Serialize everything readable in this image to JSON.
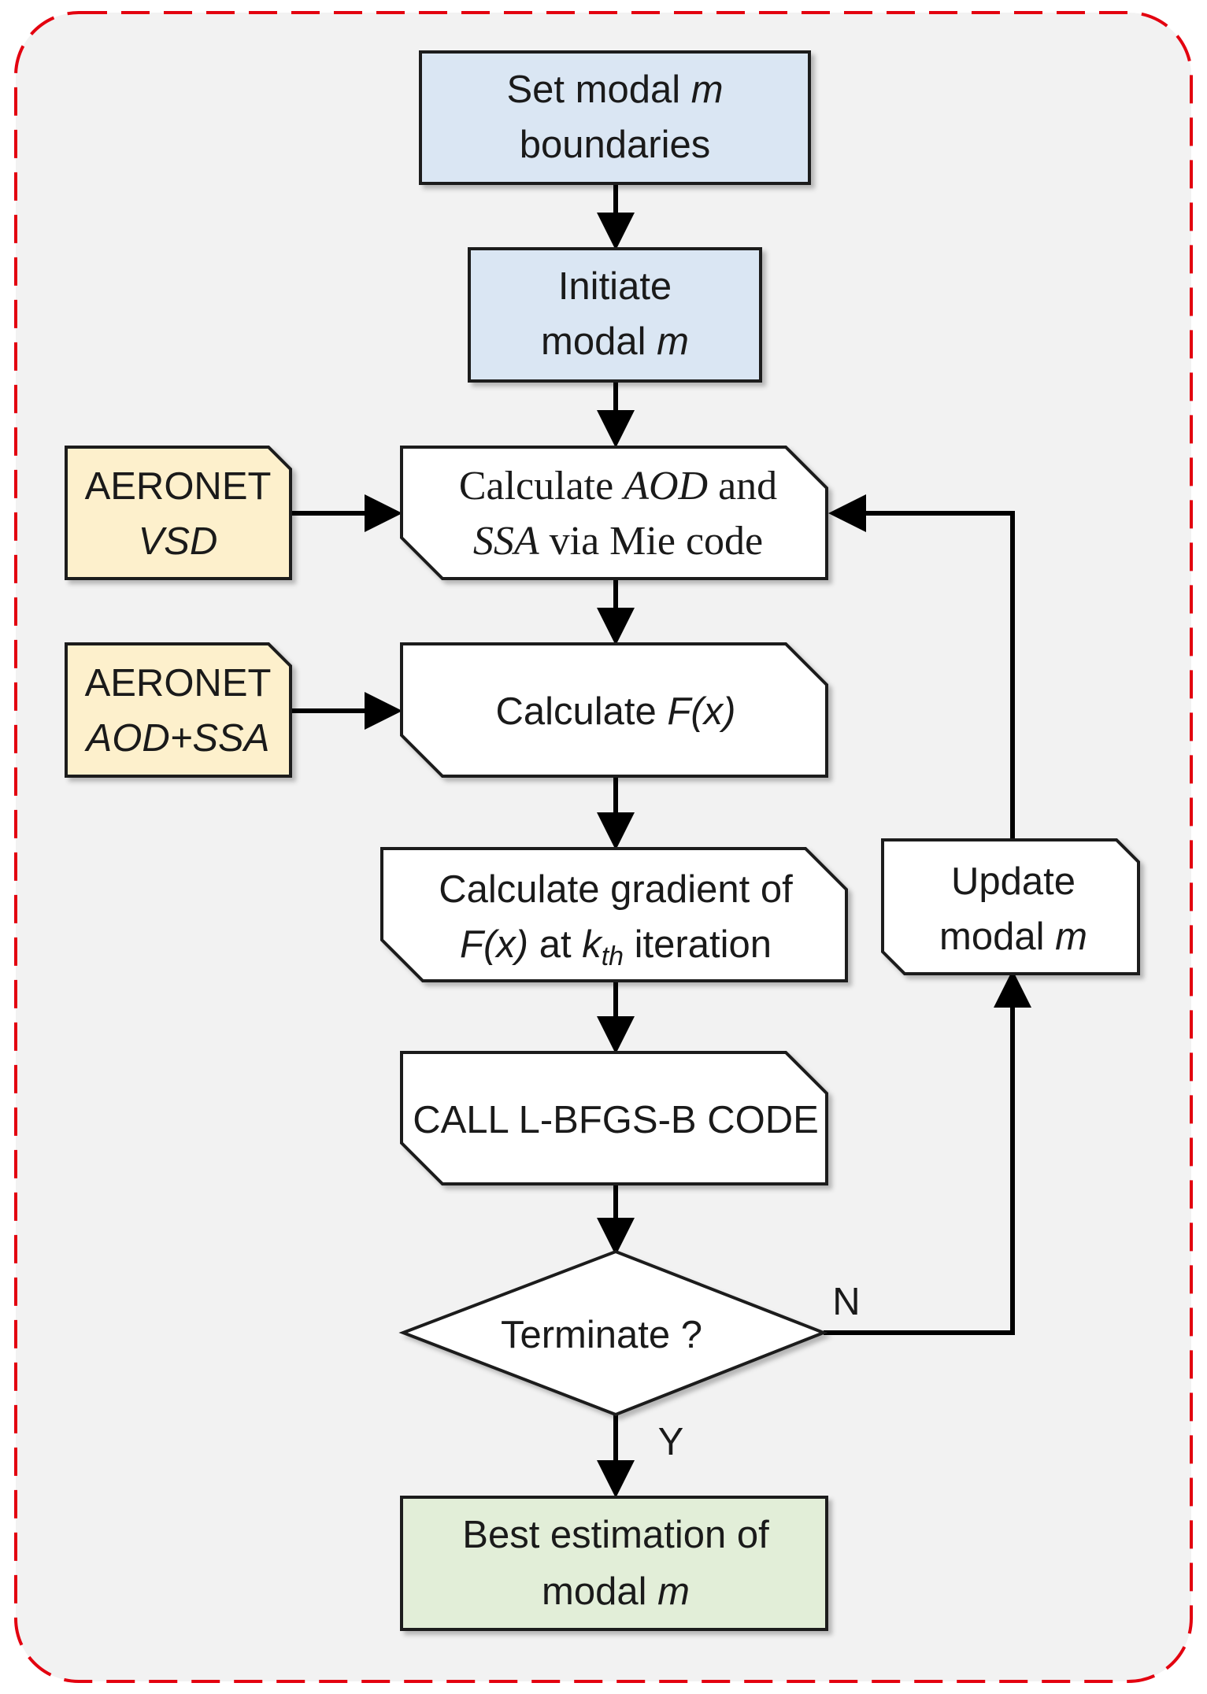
{
  "colors": {
    "frame_border": "#e3000f",
    "frame_fill": "#f2f2f2",
    "process_blue": "#dae6f3",
    "input_yellow": "#fdf0cc",
    "output_green": "#e2eed8",
    "plain_fill": "#ffffff",
    "line": "#000000"
  },
  "nodes": {
    "set_modal": {
      "text_1": "Set modal ",
      "var_1": "m",
      "text_2": "boundaries"
    },
    "initiate": {
      "text_1": "Initiate",
      "text_2": "modal ",
      "var_2": "m"
    },
    "aeronet_vsd": {
      "text_1": "AERONET",
      "text_2": "VSD"
    },
    "calc_aod_ssa": {
      "text_1a": "Calculate ",
      "var_1": "AOD",
      "text_1b": " and",
      "var_2": "SSA",
      "text_2": " via Mie code"
    },
    "aeronet_aod_ssa": {
      "text_1": "AERONET",
      "text_2": "AOD+SSA"
    },
    "calc_fx": {
      "text_1": "Calculate ",
      "var_1": "F(x)"
    },
    "calc_gradient": {
      "text_1": "Calculate gradient of",
      "var_2": "F(x)",
      "text_2": " at ",
      "var_k": "k",
      "var_sub": "th",
      "text_3": " iteration"
    },
    "lbfgsb": {
      "text_1": "CALL L-BFGS-B CODE"
    },
    "terminate": {
      "text_1": "Terminate ?"
    },
    "update": {
      "text_1": "Update",
      "text_2": "modal ",
      "var_2": "m"
    },
    "best": {
      "text_1": "Best estimation of",
      "text_2": "modal ",
      "var_2": "m"
    }
  },
  "edge_labels": {
    "no": "N",
    "yes": "Y"
  }
}
